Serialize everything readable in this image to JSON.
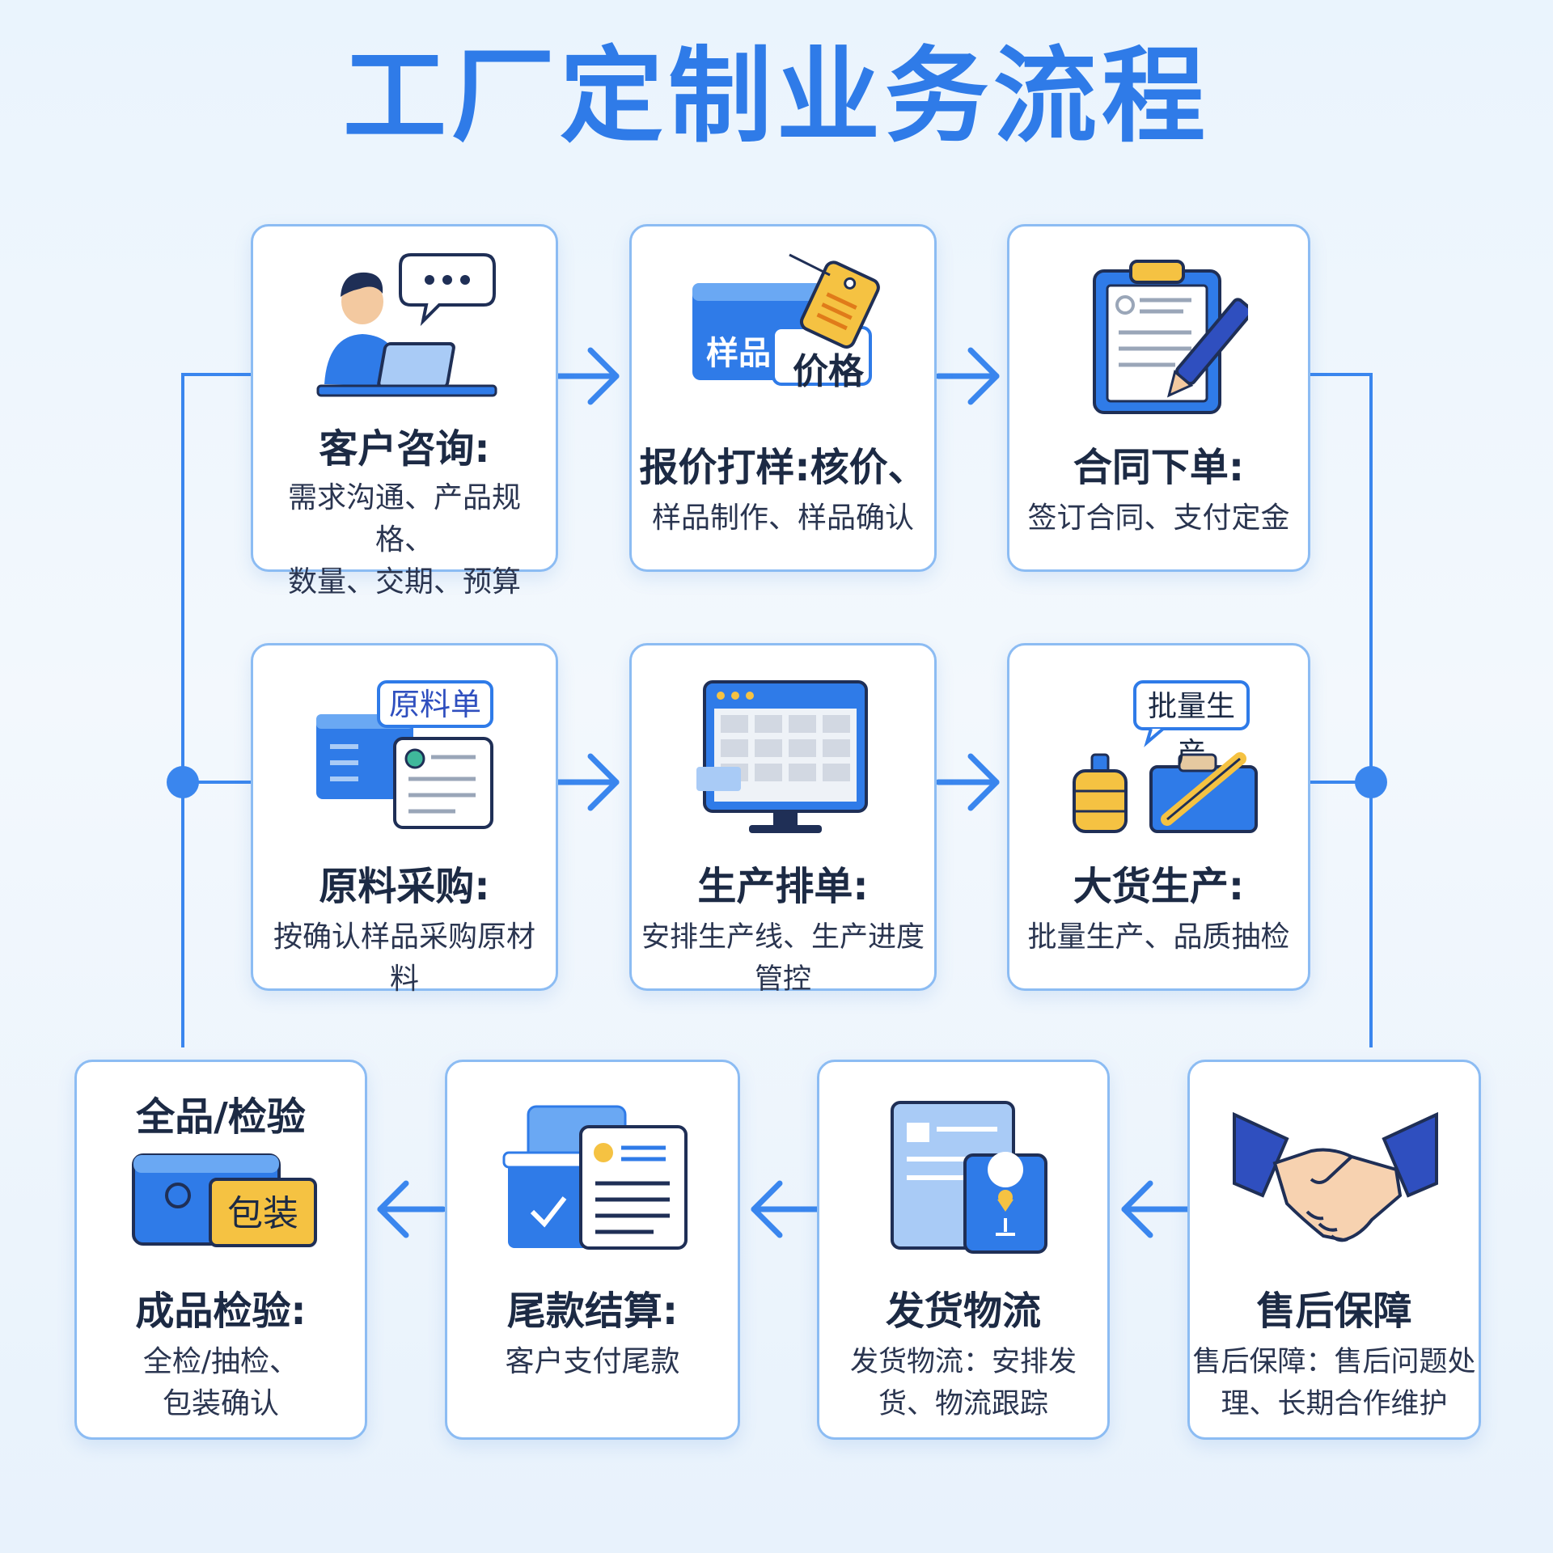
{
  "title": "工厂定制业务流程",
  "colors": {
    "accent": "#2f7be8",
    "border": "#8cbcf3",
    "yellow": "#f5c242",
    "text": "#1c2a44"
  },
  "steps": [
    {
      "title": "客户咨询:",
      "desc": [
        "需求沟通、产品规格、",
        "数量、交期、预算"
      ],
      "icon": "customer-consulting-icon"
    },
    {
      "title": "报价打样:核价、",
      "desc": [
        "样品制作、样品确认"
      ],
      "icon": "sample-price-icon",
      "labels": [
        "样品",
        "价格"
      ]
    },
    {
      "title": "合同下单:",
      "desc": [
        "签订合同、支付定金"
      ],
      "icon": "contract-clipboard-icon"
    },
    {
      "title": "原料采购:",
      "desc": [
        "按确认样品采购原材料"
      ],
      "icon": "material-list-icon",
      "labels": [
        "原料单"
      ]
    },
    {
      "title": "生产排单:",
      "desc": [
        "安排生产线、生产进度管控"
      ],
      "icon": "schedule-monitor-icon"
    },
    {
      "title": "大货生产:",
      "desc": [
        "批量生产、品质抽检"
      ],
      "icon": "mass-production-icon",
      "labels": [
        "批量生产"
      ]
    },
    {
      "title": "成品检验:",
      "desc": [
        "全检/抽检、",
        "包装确认"
      ],
      "icon": "inspection-packaging-icon",
      "labels": [
        "全品/检验",
        "包装"
      ]
    },
    {
      "title": "尾款结算:",
      "desc": [
        "客户支付尾款"
      ],
      "icon": "payment-document-icon"
    },
    {
      "title": "发货物流",
      "desc": [
        "发货物流：安排发",
        "货、物流跟踪"
      ],
      "icon": "shipping-logistics-icon"
    },
    {
      "title": "售后保障",
      "desc": [
        "售后保障：售后问题处",
        "理、长期合作维护"
      ],
      "icon": "handshake-icon"
    }
  ]
}
